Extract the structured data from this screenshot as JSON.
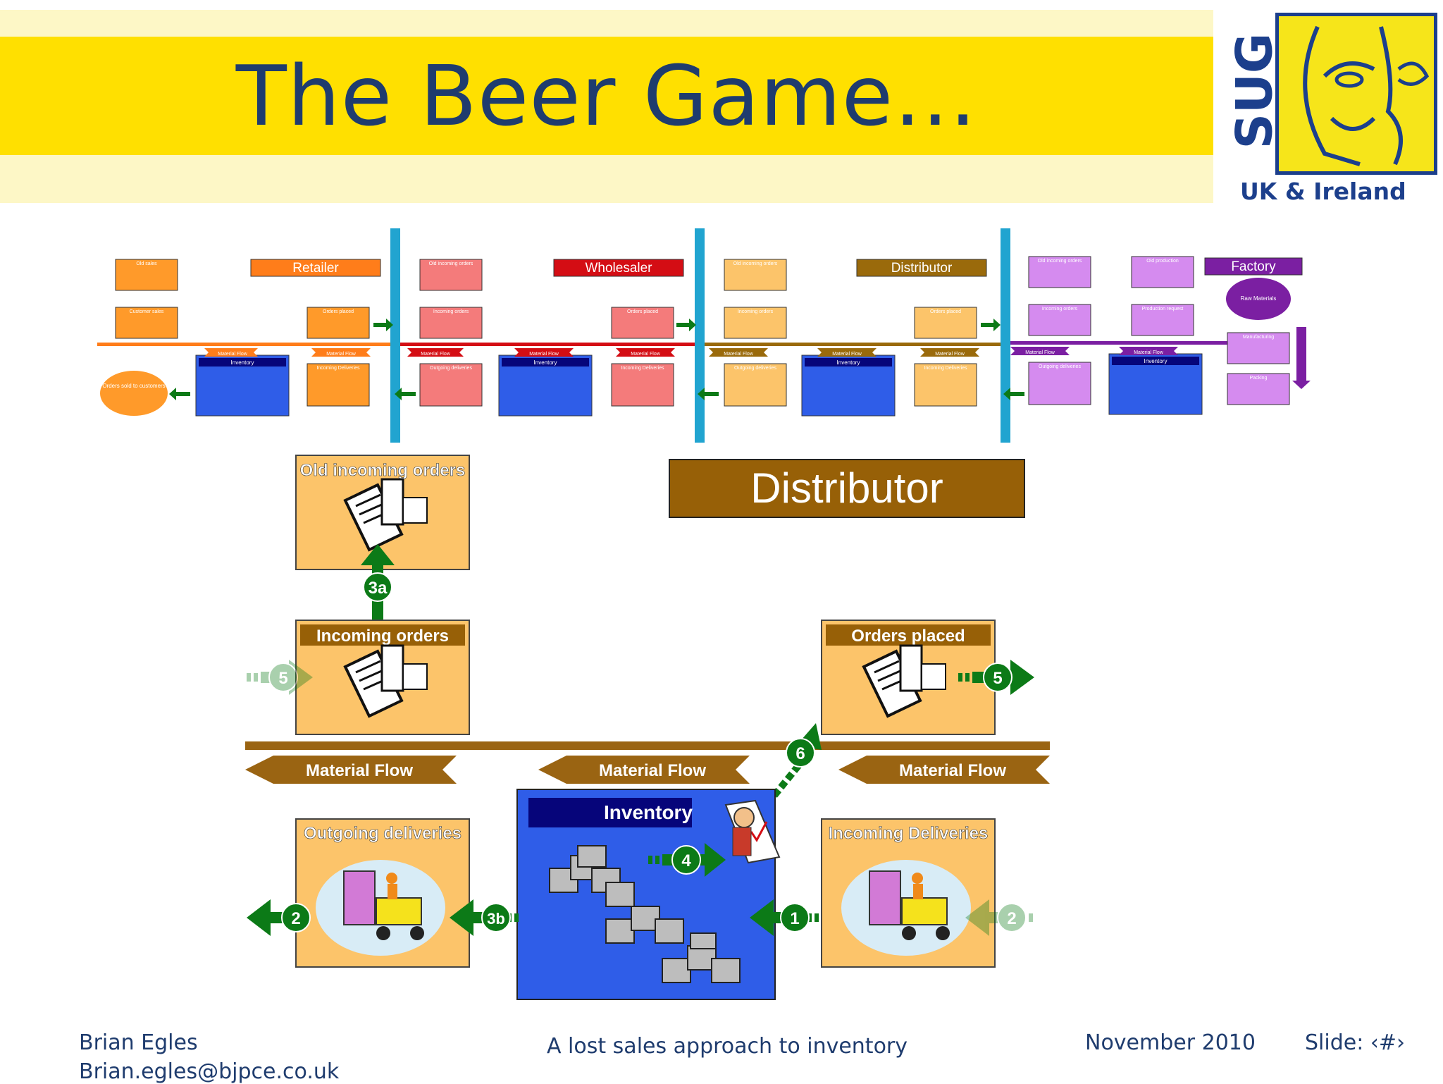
{
  "slide": {
    "title": "The Beer Game…",
    "logo_text": "SUG",
    "logo_subtext": "UK & Ireland"
  },
  "overview": {
    "stages": [
      "Retailer",
      "Wholesaler",
      "Distributor",
      "Factory"
    ],
    "box_labels": {
      "old_sales": "Old sales",
      "customer_sales": "Customer sales",
      "orders_placed": "Orders placed",
      "inventory": "Inventory",
      "incoming_deliveries": "Incoming Deliveries",
      "old_incoming_orders": "Old incoming orders",
      "incoming_orders": "Incoming orders",
      "outgoing_deliveries": "Outgoing deliveries",
      "material_flow": "Material Flow",
      "old_production": "Old production",
      "production_request": "Production request",
      "raw_materials": "Raw Materials",
      "manufacturing": "Manufacturing",
      "packing": "Packing",
      "orders_sold": "Orders sold to customers"
    },
    "colors": {
      "retailer": "#ff7d1a",
      "wholesaler": "#d40d14",
      "distributor": "#9a6a0b",
      "factory": "#7b1fa2",
      "divider": "#21a4d0"
    }
  },
  "detail": {
    "stage_title": "Distributor",
    "old_incoming_orders": "Old incoming orders",
    "incoming_orders": "Incoming orders",
    "orders_placed": "Orders placed",
    "outgoing_deliveries": "Outgoing deliveries",
    "inventory": "Inventory",
    "incoming_deliveries": "Incoming Deliveries",
    "material_flow": [
      "Material Flow",
      "Material Flow",
      "Material Flow"
    ],
    "steps": {
      "s1": "1",
      "s2": "2",
      "s2_faded": "2",
      "s3a": "3a",
      "s3b": "3b",
      "s4": "4",
      "s5": "5",
      "s5_faded": "5",
      "s6": "6"
    },
    "colors": {
      "box_fill": "#fcc46a",
      "material_flow": "#9a6412",
      "inventory_fill": "#2f5de8",
      "inventory_header": "#06057a",
      "step_green": "#0c7a17",
      "stage_fill": "#976007"
    }
  },
  "footer": {
    "author": "Brian Egles",
    "email": "Brian.egles@bjpce.co.uk",
    "subtitle": "A lost sales approach to inventory",
    "date": "November 2010",
    "slide_label": "Slide: ‹#›"
  }
}
